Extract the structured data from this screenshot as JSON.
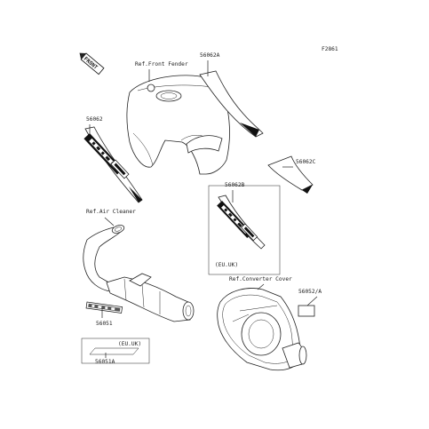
{
  "figure_code": "F2861",
  "front_label": "FRONT",
  "callouts": {
    "ref_front_fender": "Ref.Front Fender",
    "p56062a": "56062A",
    "p56062": "56062",
    "p56062c": "56062C",
    "p56062b": "56062B",
    "eu_uk_box": "(EU.UK)",
    "ref_air_cleaner": "Ref.Air Cleaner",
    "ref_converter_cover": "Ref.Converter Cover",
    "p56052a": "56052/A",
    "p56051": "56051",
    "eu_uk_small": "(EU.UK)",
    "p56051a": "56051A"
  },
  "colors": {
    "line": "#222222",
    "fill_dark": "#111111",
    "background": "#ffffff"
  }
}
